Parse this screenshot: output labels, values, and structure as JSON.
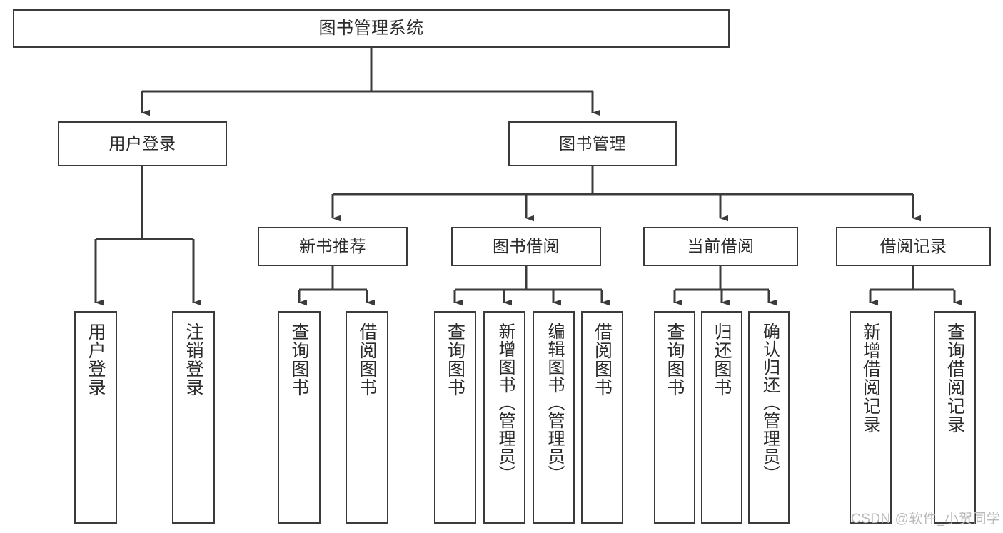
{
  "diagram": {
    "type": "tree",
    "title": "图书管理系统",
    "root": {
      "label": "图书管理系统"
    },
    "level2": [
      {
        "label": "用户登录"
      },
      {
        "label": "图书管理"
      }
    ],
    "level3": [
      {
        "label": "新书推荐"
      },
      {
        "label": "图书借阅"
      },
      {
        "label": "当前借阅"
      },
      {
        "label": "借阅记录"
      }
    ],
    "leaves": {
      "user_login": [
        {
          "label": "用户登录"
        },
        {
          "label": "注销登录"
        }
      ],
      "new_book_recommend": [
        {
          "label": "查询图书"
        },
        {
          "label": "借阅图书"
        }
      ],
      "book_borrow": [
        {
          "label": "查询图书"
        },
        {
          "label": "新增图书（管理员）"
        },
        {
          "label": "编辑图书（管理员）"
        },
        {
          "label": "借阅图书"
        }
      ],
      "current_borrow": [
        {
          "label": "查询图书"
        },
        {
          "label": "归还图书"
        },
        {
          "label": "确认归还（管理员）"
        }
      ],
      "borrow_record": [
        {
          "label": "新增借阅记录"
        },
        {
          "label": "查询借阅记录"
        }
      ]
    }
  },
  "watermark": {
    "text": "CSDN @软件_小贺同学"
  },
  "colors": {
    "border": "#3b3b3b",
    "text": "#2b2b2b",
    "background": "#ffffff",
    "watermark": "#b9b9b9"
  }
}
